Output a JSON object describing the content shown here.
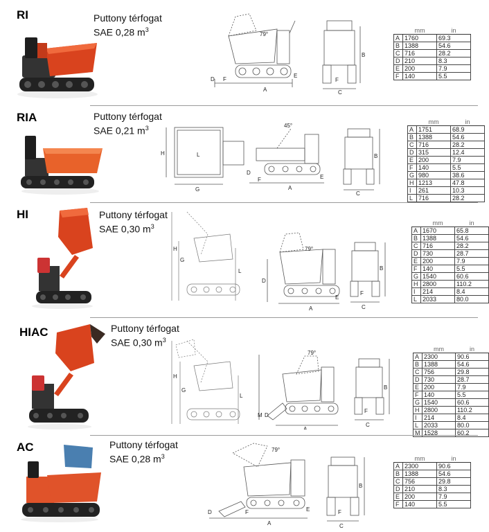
{
  "models": [
    {
      "code": "RI",
      "caption_line1": "Puttony térfogat",
      "caption_line2": "SAE 0,28 m",
      "caption_sup": "3",
      "angle": "79°",
      "headers": [
        "mm",
        "in"
      ],
      "rows": [
        [
          "A",
          "1760",
          "69.3"
        ],
        [
          "B",
          "1388",
          "54.6"
        ],
        [
          "C",
          "716",
          "28.2"
        ],
        [
          "D",
          "210",
          "8.3"
        ],
        [
          "E",
          "200",
          "7.9"
        ],
        [
          "F",
          "140",
          "5.5"
        ]
      ],
      "color": "#d9431e"
    },
    {
      "code": "RIA",
      "caption_line1": "Puttony térfogat",
      "caption_line2": "SAE 0,21 m",
      "caption_sup": "3",
      "angle": "45°",
      "headers": [
        "mm",
        "in"
      ],
      "rows": [
        [
          "A",
          "1751",
          "68.9"
        ],
        [
          "B",
          "1388",
          "54.6"
        ],
        [
          "C",
          "716",
          "28.2"
        ],
        [
          "D",
          "315",
          "12.4"
        ],
        [
          "E",
          "200",
          "7.9"
        ],
        [
          "F",
          "140",
          "5.5"
        ],
        [
          "G",
          "980",
          "38.6"
        ],
        [
          "H",
          "1213",
          "47.8"
        ],
        [
          "I",
          "261",
          "10.3"
        ],
        [
          "L",
          "716",
          "28.2"
        ]
      ],
      "color": "#e8622a"
    },
    {
      "code": "HI",
      "caption_line1": "Puttony térfogat",
      "caption_line2": "SAE 0,30 m",
      "caption_sup": "3",
      "angle": "79°",
      "headers": [
        "mm",
        "in"
      ],
      "rows": [
        [
          "A",
          "1670",
          "65.8"
        ],
        [
          "B",
          "1388",
          "54.6"
        ],
        [
          "C",
          "716",
          "28.2"
        ],
        [
          "D",
          "730",
          "28.7"
        ],
        [
          "E",
          "200",
          "7.9"
        ],
        [
          "F",
          "140",
          "5.5"
        ],
        [
          "G",
          "1540",
          "60.6"
        ],
        [
          "H",
          "2800",
          "110.2"
        ],
        [
          "I",
          "214",
          "8.4"
        ],
        [
          "L",
          "2033",
          "80.0"
        ]
      ],
      "color": "#d9431e"
    },
    {
      "code": "HIAC",
      "caption_line1": "Puttony térfogat",
      "caption_line2": "SAE 0,30 m",
      "caption_sup": "3",
      "angle": "79°",
      "headers": [
        "mm",
        "in"
      ],
      "rows": [
        [
          "A",
          "2300",
          "90.6"
        ],
        [
          "B",
          "1388",
          "54.6"
        ],
        [
          "C",
          "756",
          "29.8"
        ],
        [
          "D",
          "730",
          "28.7"
        ],
        [
          "E",
          "200",
          "7.9"
        ],
        [
          "F",
          "140",
          "5.5"
        ],
        [
          "G",
          "1540",
          "60.6"
        ],
        [
          "H",
          "2800",
          "110.2"
        ],
        [
          "I",
          "214",
          "8.4"
        ],
        [
          "L",
          "2033",
          "80.0"
        ],
        [
          "M",
          "1528",
          "60.2"
        ]
      ],
      "color": "#d9431e"
    },
    {
      "code": "AC",
      "caption_line1": "Puttony térfogat",
      "caption_line2": "SAE 0,28 m",
      "caption_sup": "3",
      "angle": "79°",
      "headers": [
        "mm",
        "in"
      ],
      "rows": [
        [
          "A",
          "2300",
          "90.6"
        ],
        [
          "B",
          "1388",
          "54.6"
        ],
        [
          "C",
          "756",
          "29.8"
        ],
        [
          "D",
          "210",
          "8.3"
        ],
        [
          "E",
          "200",
          "7.9"
        ],
        [
          "F",
          "140",
          "5.5"
        ]
      ],
      "color": "#e0532a"
    }
  ]
}
